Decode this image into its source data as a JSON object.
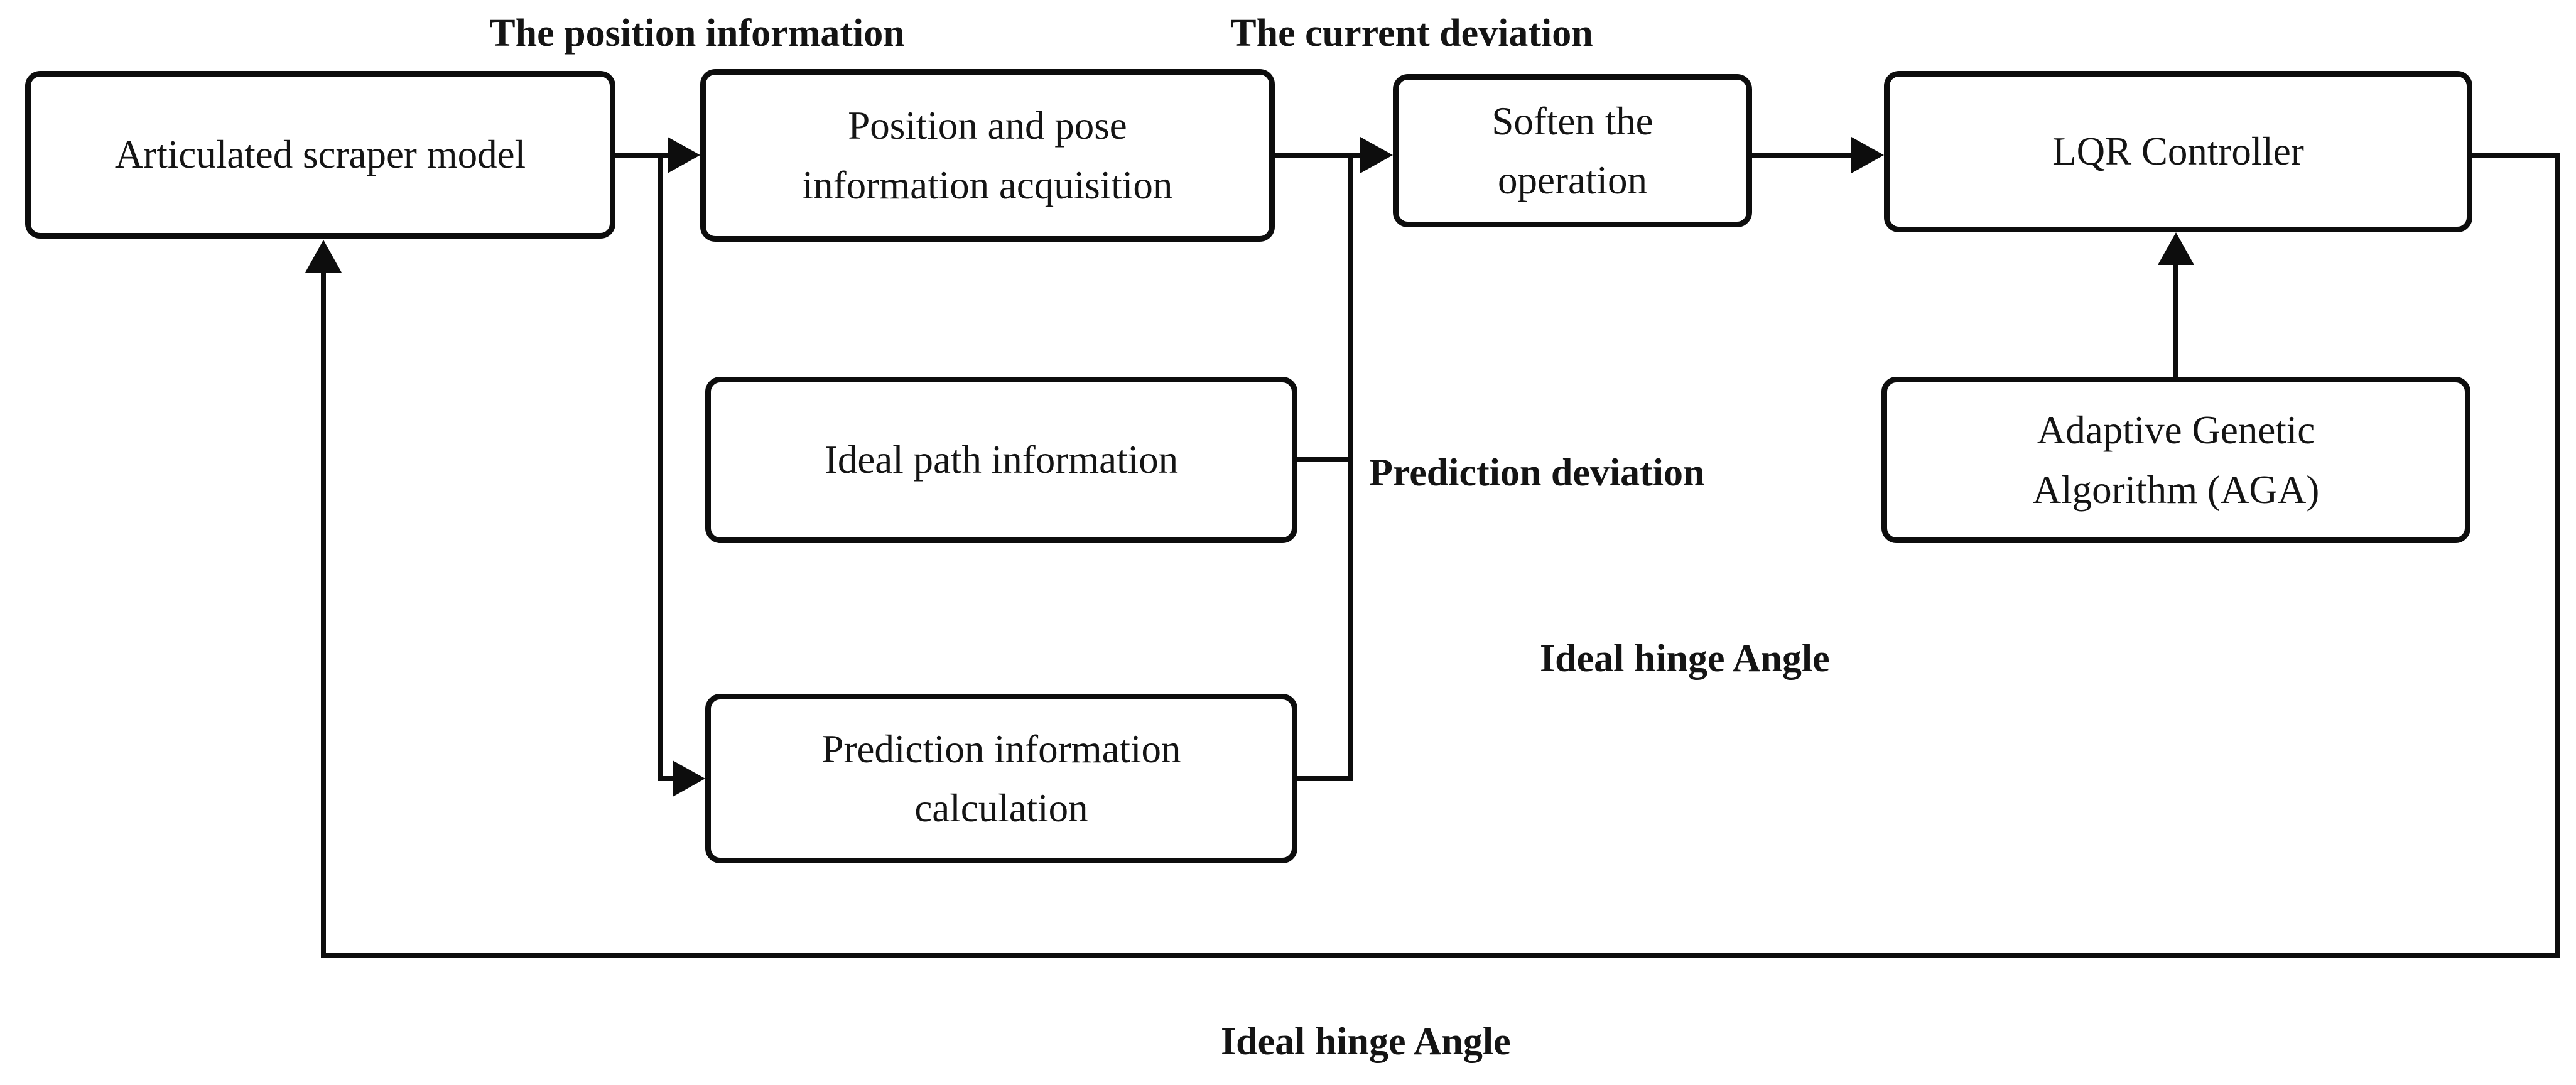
{
  "diagram": {
    "colors": {
      "line": "#0d0d0d",
      "box_fill": "#ffffff",
      "background": "#ffffff",
      "text": "#141414"
    },
    "boxes": {
      "articulated": {
        "lines": [
          "Articulated scraper model"
        ]
      },
      "position_pose": {
        "lines": [
          "Position and pose",
          "information acquisition"
        ]
      },
      "soften": {
        "lines": [
          "Soften the",
          "operation"
        ]
      },
      "lqr": {
        "lines": [
          "LQR Controller"
        ]
      },
      "ideal_path": {
        "lines": [
          "Ideal path information"
        ]
      },
      "aga": {
        "lines": [
          "Adaptive Genetic",
          "Algorithm (AGA)"
        ]
      },
      "prediction_calc": {
        "lines": [
          "Prediction information",
          "calculation"
        ]
      }
    },
    "labels": {
      "position_information": "The position information",
      "current_deviation": "The current deviation",
      "prediction_deviation": "Prediction deviation",
      "ideal_hinge_angle_mid": "Ideal hinge Angle",
      "ideal_hinge_angle_bottom": "Ideal hinge Angle"
    }
  }
}
